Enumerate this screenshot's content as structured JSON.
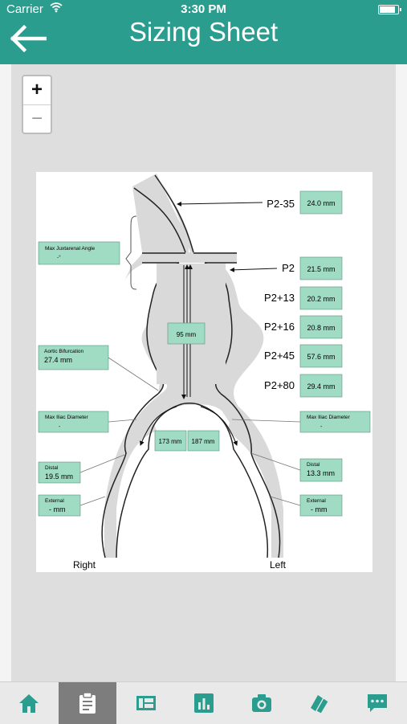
{
  "status": {
    "carrier": "Carrier",
    "time": "3:30 PM"
  },
  "header": {
    "title": "Sizing Sheet",
    "back_icon": "back-arrow-icon"
  },
  "zoom": {
    "in_label": "+",
    "out_label": "−"
  },
  "diagram": {
    "measurements": [
      {
        "label": "P2-35",
        "value": "24.0 mm"
      },
      {
        "label": "P2",
        "value": "21.5 mm"
      },
      {
        "label": "P2+13",
        "value": "20.2 mm"
      },
      {
        "label": "P2+16",
        "value": "20.8 mm"
      },
      {
        "label": "P2+45",
        "value": "57.6 mm"
      },
      {
        "label": "P2+80",
        "value": "29.4 mm"
      }
    ],
    "max_juxtarenal": {
      "label": "Max Juxtarenal Angle",
      "value": "-°"
    },
    "aortic_bifurcation": {
      "label": "Aortic Bifurcation",
      "value": "27.4 mm"
    },
    "right_max_iliac": {
      "label": "Max Iliac Diameter",
      "value": "-"
    },
    "left_max_iliac": {
      "label": "Max Iliac Diameter",
      "value": "-"
    },
    "right_distal": {
      "label": "Distal",
      "value": "19.5 mm"
    },
    "left_distal": {
      "label": "Distal",
      "value": "13.3 mm"
    },
    "right_external": {
      "label": "External",
      "value": "- mm"
    },
    "left_external": {
      "label": "External",
      "value": "- mm"
    },
    "center_length": "95 mm",
    "right_length": "173 mm",
    "left_length": "187 mm",
    "side_right": "Right",
    "side_left": "Left"
  },
  "tabs": [
    {
      "icon": "home-icon",
      "active": false
    },
    {
      "icon": "clipboard-icon",
      "active": true
    },
    {
      "icon": "layout-icon",
      "active": false
    },
    {
      "icon": "bar-chart-icon",
      "active": false
    },
    {
      "icon": "camera-icon",
      "active": false
    },
    {
      "icon": "cards-icon",
      "active": false
    },
    {
      "icon": "chat-icon",
      "active": false
    }
  ],
  "colors": {
    "brand": "#2a9d8f",
    "label_box": "#9fdcc3",
    "tab_icon": "#2a9d8f"
  }
}
